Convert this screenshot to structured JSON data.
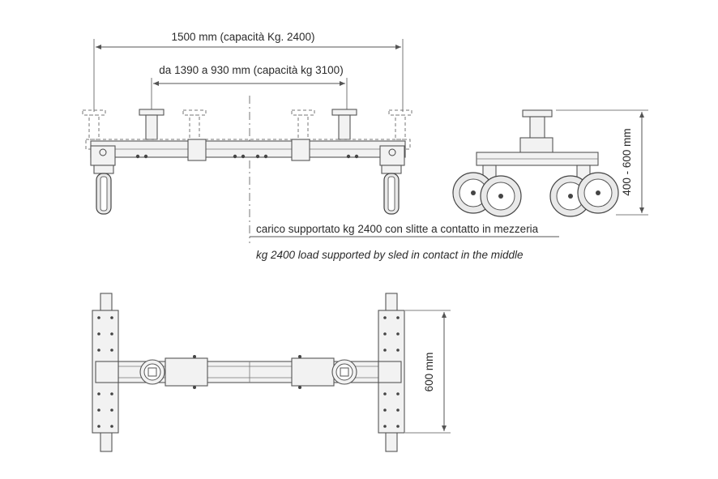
{
  "labels": {
    "overall_width": "1500 mm (capacità Kg. 2400)",
    "adjustable_range": "da 1390 a 930 mm (capacità kg 3100)",
    "note_it": "carico supportato kg 2400 con slitte a contatto in mezzeria",
    "note_en": "kg 2400 load supported by sled in contact in the middle",
    "height_range": "400 - 600 mm",
    "base_depth": "600 mm"
  },
  "colors": {
    "line": "#555555",
    "fill": "#f2f2f2",
    "text": "#2b2b2b"
  }
}
